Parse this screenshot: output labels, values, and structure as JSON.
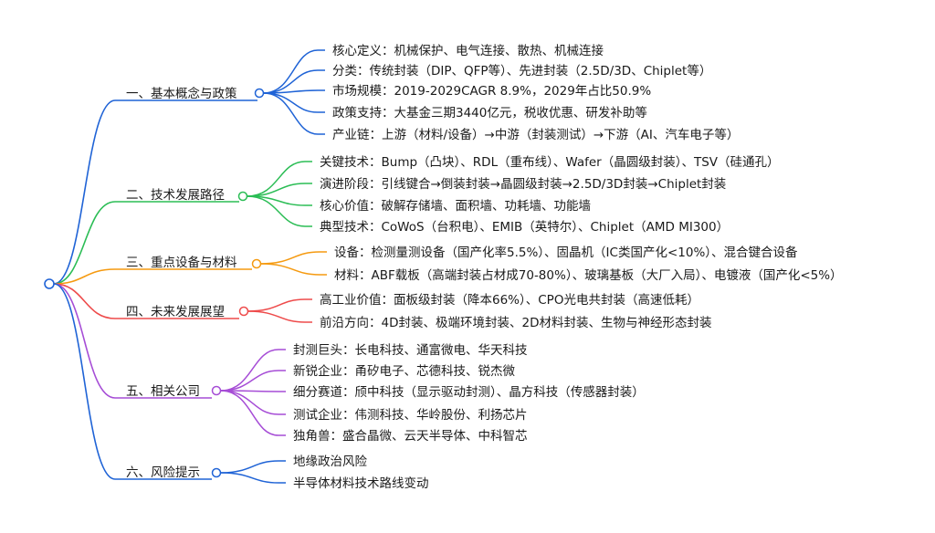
{
  "branches": [
    {
      "label": "一、基本概念与政策",
      "color": "#1f63d6",
      "items": [
        "核心定义：机械保护、电气连接、散热、机械连接",
        "分类：传统封装（DIP、QFP等）、先进封装（2.5D/3D、Chiplet等）",
        "市场规模：2019-2029CAGR 8.9%，2029年占比50.9%",
        "政策支持：大基金三期3440亿元，税收优惠、研发补助等",
        "产业链：上游（材料/设备）→中游（封装测试）→下游（AI、汽车电子等）"
      ]
    },
    {
      "label": "二、技术发展路径",
      "color": "#2bbd55",
      "items": [
        "关键技术：Bump（凸块）、RDL（重布线）、Wafer（晶圆级封装）、TSV（硅通孔）",
        "演进阶段：引线键合→倒装封装→晶圆级封装→2.5D/3D封装→Chiplet封装",
        "核心价值：破解存储墙、面积墙、功耗墙、功能墙",
        "典型技术：CoWoS（台积电）、EMIB（英特尔）、Chiplet（AMD MI300）"
      ]
    },
    {
      "label": "三、重点设备与材料",
      "color": "#f59a10",
      "items": [
        "设备：检测量测设备（国产化率5.5%）、固晶机（IC类国产化<10%）、混合键合设备",
        "材料：ABF载板（高端封装占材成70-80%）、玻璃基板（大厂入局）、电镀液（国产化<5%）"
      ]
    },
    {
      "label": "四、未来发展展望",
      "color": "#ee4b4b",
      "items": [
        "高工业价值：面板级封装（降本66%）、CPO光电共封装（高速低耗）",
        "前沿方向：4D封装、极端环境封装、2D材料封装、生物与神经形态封装"
      ]
    },
    {
      "label": "五、相关公司",
      "color": "#a64dd6",
      "items": [
        "封测巨头：长电科技、通富微电、华天科技",
        "新锐企业：甬矽电子、芯德科技、锐杰微",
        "细分赛道：颀中科技（显示驱动封测）、晶方科技（传感器封装）",
        "测试企业：伟测科技、华岭股份、利扬芯片",
        "独角兽：盛合晶微、云天半导体、中科智芯"
      ]
    },
    {
      "label": "六、风险提示",
      "color": "#1f63d6",
      "items": [
        "地缘政治风险",
        "半导体材料技术路线变动"
      ]
    }
  ]
}
